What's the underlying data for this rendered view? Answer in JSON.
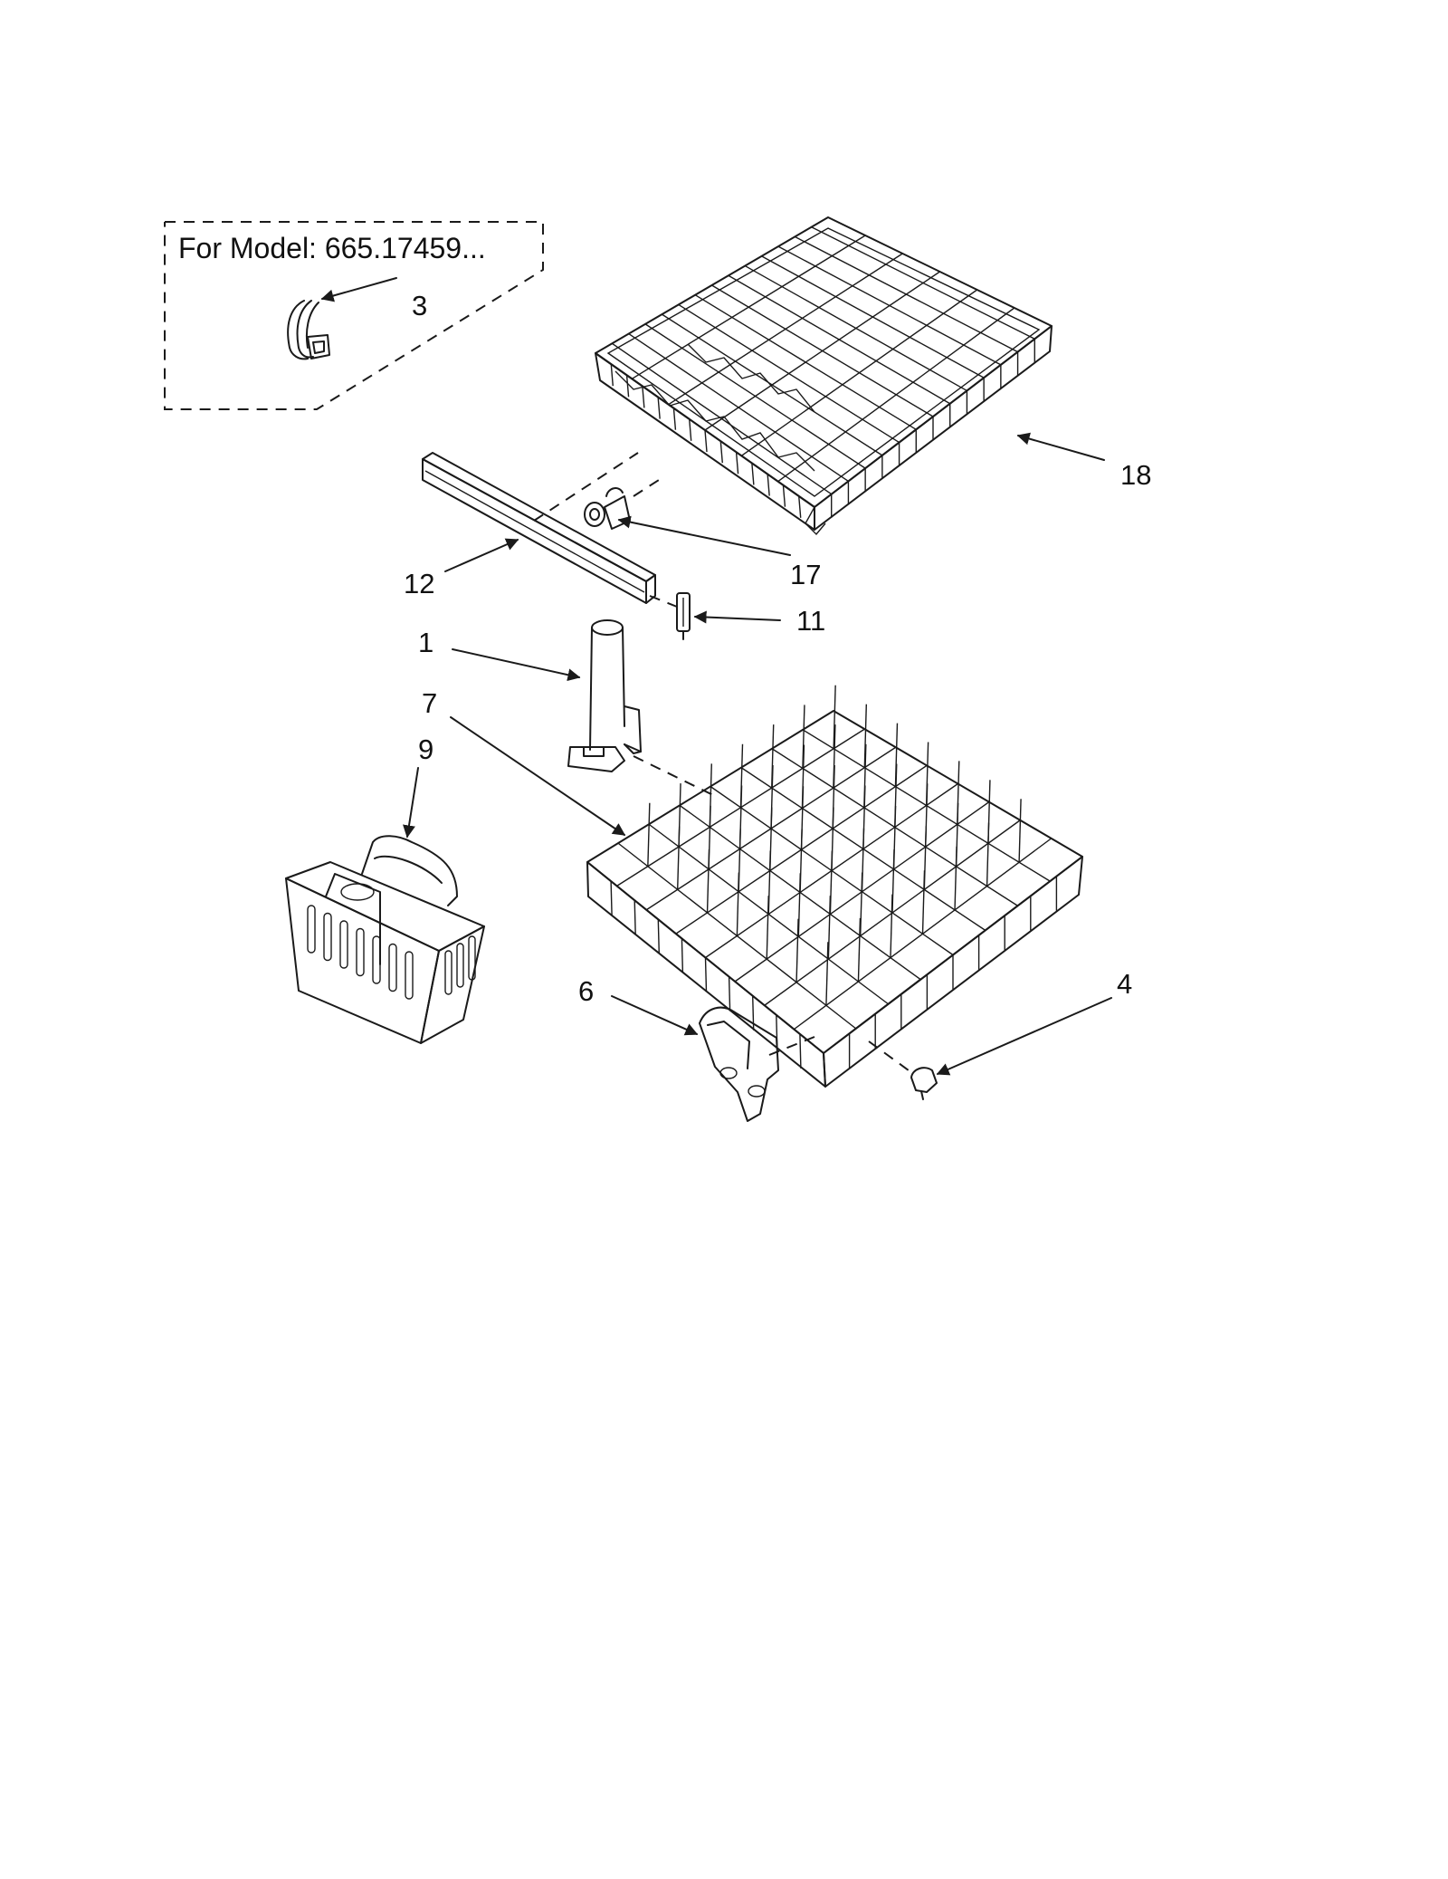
{
  "model_note": "For Model: 665.17459...",
  "callouts": {
    "c3": "3",
    "c18": "18",
    "c17": "17",
    "c12": "12",
    "c11": "11",
    "c1": "1",
    "c7": "7",
    "c9": "9",
    "c6": "6",
    "c4": "4"
  }
}
